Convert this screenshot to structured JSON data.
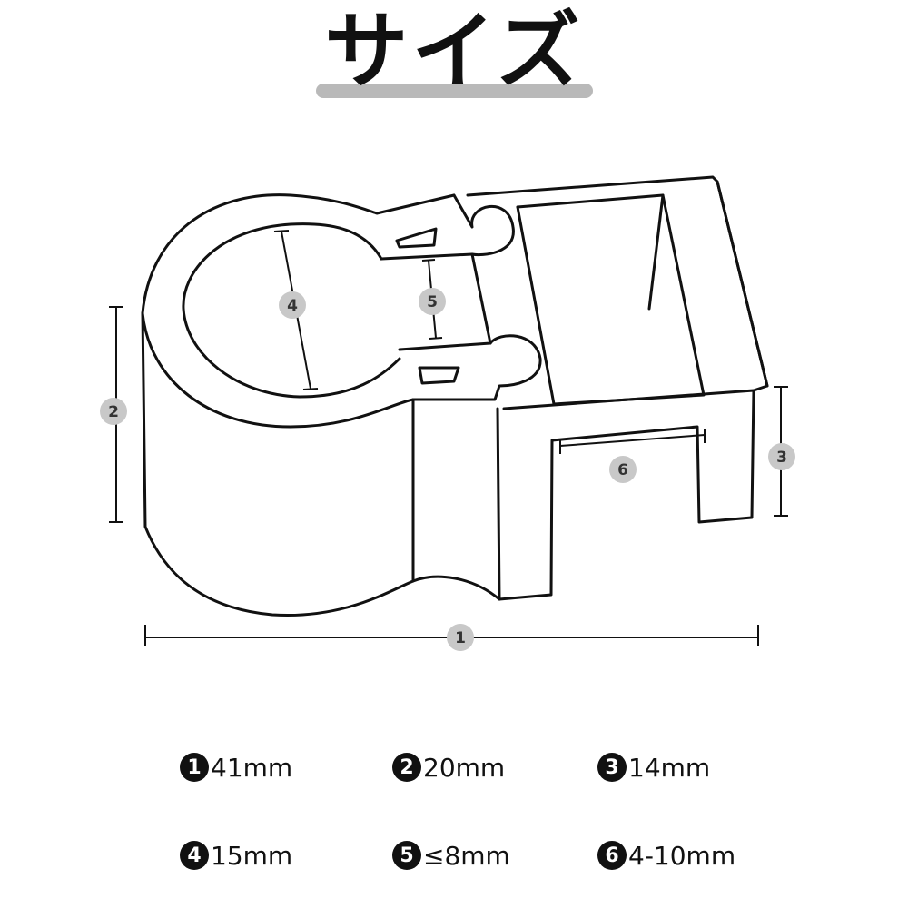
{
  "title": "サイズ",
  "markers": [
    "1",
    "2",
    "3",
    "4",
    "5",
    "6"
  ],
  "specs": [
    {
      "num": "1",
      "value": "41mm"
    },
    {
      "num": "2",
      "value": "20mm"
    },
    {
      "num": "3",
      "value": "14mm"
    },
    {
      "num": "4",
      "value": "15mm"
    },
    {
      "num": "5",
      "value": "≤8mm"
    },
    {
      "num": "6",
      "value": "4-10mm"
    }
  ],
  "colors": {
    "line": "#111111",
    "badge": "#c8c8c8",
    "underline": "#b9b9b9"
  }
}
